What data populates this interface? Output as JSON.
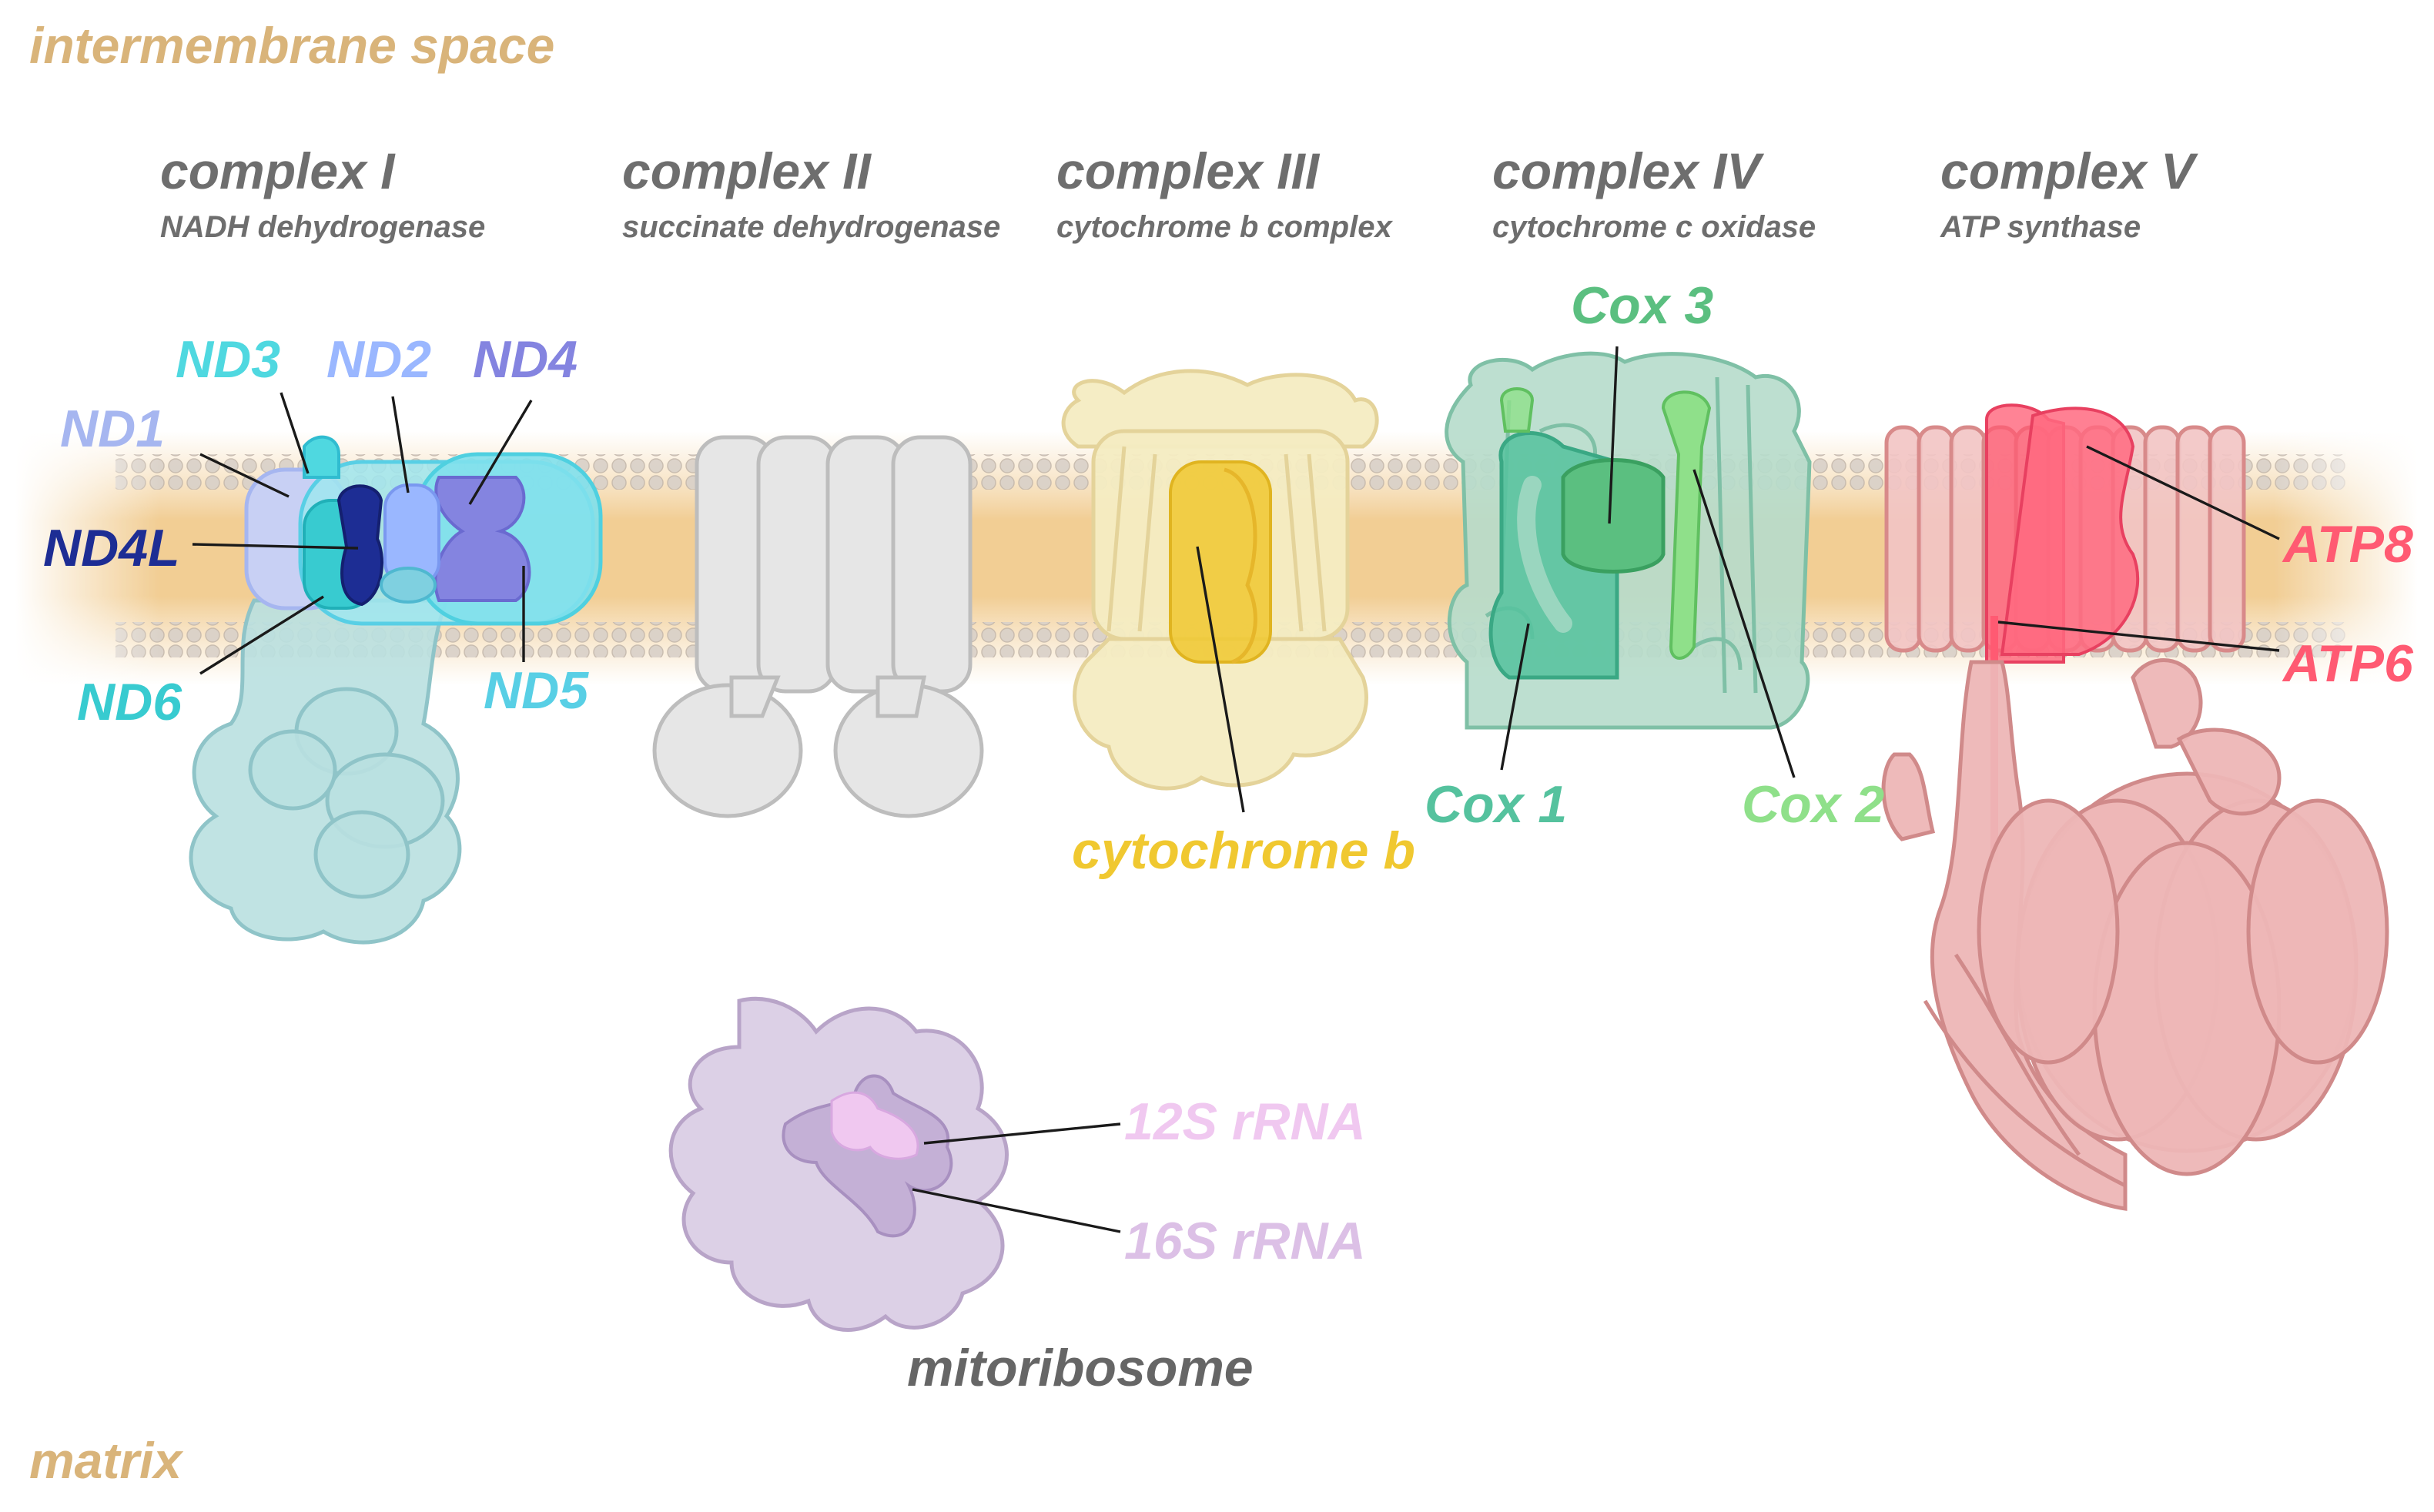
{
  "regions": {
    "top": "intermembrane space",
    "bottom": "matrix"
  },
  "complexes": [
    {
      "title": "complex I",
      "subtitle": "NADH dehydrogenase"
    },
    {
      "title": "complex II",
      "subtitle": "succinate dehydrogenase"
    },
    {
      "title": "complex III",
      "subtitle": "cytochrome b complex"
    },
    {
      "title": "complex IV",
      "subtitle": "cytochrome c oxidase"
    },
    {
      "title": "complex V",
      "subtitle": "ATP synthase"
    }
  ],
  "genes": {
    "nd1": "ND1",
    "nd2": "ND2",
    "nd3": "ND3",
    "nd4": "ND4",
    "nd4l": "ND4L",
    "nd5": "ND5",
    "nd6": "ND6",
    "cytb": "cytochrome b",
    "cox1": "Cox 1",
    "cox2": "Cox 2",
    "cox3": "Cox 3",
    "atp6": "ATP6",
    "atp8": "ATP8",
    "rrna12s": "12S rRNA",
    "rrna16s": "16S rRNA"
  },
  "mitoribosome": "mitoribosome",
  "colors": {
    "region_text": "#d9b47a",
    "complex1": "#b9e0e0",
    "nd1": "#a6b6f0",
    "nd2": "#9ab7ff",
    "nd3": "#4fd8e0",
    "nd4": "#8484e0",
    "nd4l": "#1d2d94",
    "nd5": "#58cfe5",
    "nd6": "#38cbd0",
    "complex2": "#e3e3e3",
    "complex3": "#f4ecc2",
    "cytb": "#f0c830",
    "complex4": "#b6dccb",
    "cox1": "#55c29e",
    "cox2": "#8fe08a",
    "cox3": "#5bbf80",
    "complex5": "#eeb4b4",
    "atp": "#ff5a72",
    "ribosome": "#dcd0e6",
    "rrna": "#f0c8f0",
    "membrane": "#f1c98d"
  }
}
